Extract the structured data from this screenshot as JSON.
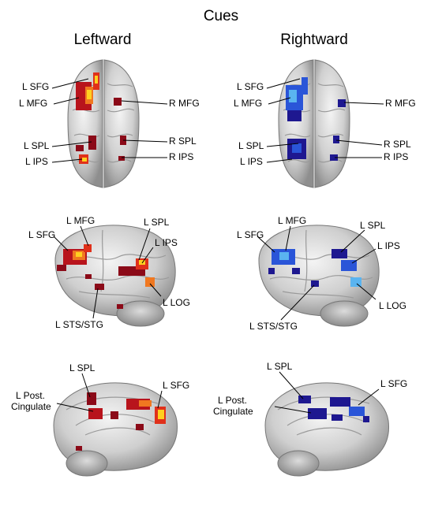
{
  "figure": {
    "title": "Cues",
    "columns": [
      "Leftward",
      "Rightward"
    ]
  },
  "colors": {
    "leftward_low": "#8b0a18",
    "leftward_mid": "#e0301a",
    "leftward_high": "#ffd020",
    "rightward_low": "#1e1890",
    "rightward_mid": "#2a55d8",
    "rightward_high": "#5ab4f0",
    "brain": "#c8c8c8"
  },
  "panels": {
    "left_top": [
      "L SFG",
      "L MFG",
      "R MFG",
      "L SPL",
      "R SPL",
      "L IPS",
      "R IPS"
    ],
    "right_top": [
      "L SFG",
      "L MFG",
      "R MFG",
      "L SPL",
      "R SPL",
      "L IPS",
      "R IPS"
    ],
    "left_mid": [
      "L MFG",
      "L SPL",
      "L SFG",
      "L IPS",
      "L LOG",
      "L STS/STG"
    ],
    "right_mid": [
      "L MFG",
      "L SPL",
      "L SFG",
      "L IPS",
      "L LOG",
      "L STS/STG"
    ],
    "left_bot": [
      "L SPL",
      "L SFG",
      "L Post.",
      "Cingulate"
    ],
    "right_bot": [
      "L SPL",
      "L SFG",
      "L Post.",
      "Cingulate"
    ]
  }
}
